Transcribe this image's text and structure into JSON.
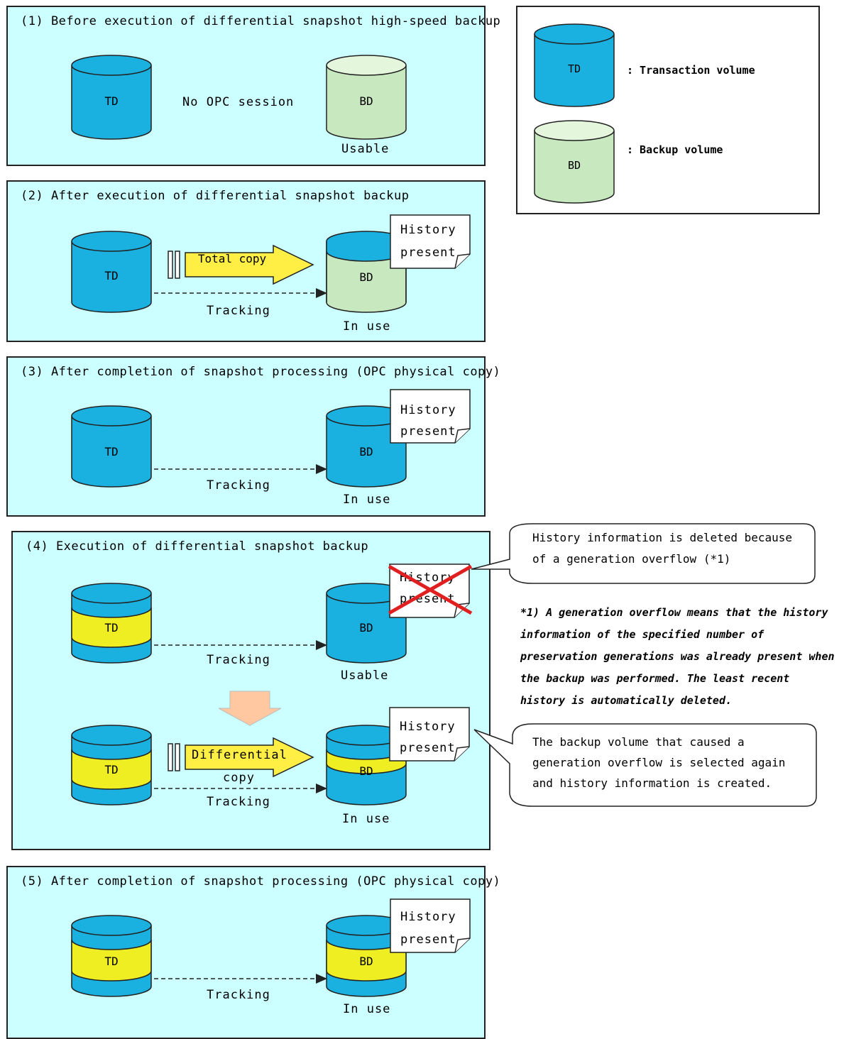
{
  "colors": {
    "panel_bg": "#ccffff",
    "td_blue": "#1ab0e0",
    "bd_green": "#c8e8c0",
    "bd_green_top": "#e4f6dc",
    "band_yellow": "#eeee22",
    "arrow_yellow": "#ffee44",
    "down_arrow": "#ffc8a0",
    "cross_red": "#e02020"
  },
  "legend": {
    "td_label": "TD",
    "td_desc": ": Transaction volume",
    "bd_label": "BD",
    "bd_desc": ": Backup volume"
  },
  "panels": {
    "p1": {
      "title": "(1)  Before execution of differential snapshot high-speed backup",
      "td": "TD",
      "bd": "BD",
      "middle": "No OPC session",
      "status": "Usable"
    },
    "p2": {
      "title": "(2)  After execution of differential snapshot backup",
      "td": "TD",
      "bd": "BD",
      "copy": "Total copy",
      "tracking": "Tracking",
      "status": "In use",
      "history_line1": "History",
      "history_line2": "present"
    },
    "p3": {
      "title": "(3)  After completion of snapshot processing (OPC physical copy)",
      "td": "TD",
      "bd": "BD",
      "tracking": "Tracking",
      "status": "In use",
      "history_line1": "History",
      "history_line2": "present"
    },
    "p4": {
      "title": "(4)  Execution of differential snapshot backup",
      "upper": {
        "td": "TD",
        "bd": "BD",
        "tracking": "Tracking",
        "status": "Usable",
        "history_line1": "History",
        "history_line2": "present"
      },
      "lower": {
        "td": "TD",
        "bd": "BD",
        "copy_line1": "Differential",
        "copy_line2": "copy",
        "tracking": "Tracking",
        "status": "In use",
        "history_line1": "History",
        "history_line2": "present"
      }
    },
    "p5": {
      "title": "(5)  After completion of snapshot processing (OPC physical copy)",
      "td": "TD",
      "bd": "BD",
      "tracking": "Tracking",
      "status": "In use",
      "history_line1": "History",
      "history_line2": "present"
    }
  },
  "callouts": {
    "deleted_line1": "History information is deleted because",
    "deleted_line2": "of a generation overflow (*1)",
    "reselect_line1": "The backup volume that caused a",
    "reselect_line2": "generation overflow is selected again",
    "reselect_line3": "and history information is created."
  },
  "footnote": "*1) A generation overflow means that the history information of the specified number of preservation generations was already present when the backup was performed. The least recent history is automatically deleted."
}
